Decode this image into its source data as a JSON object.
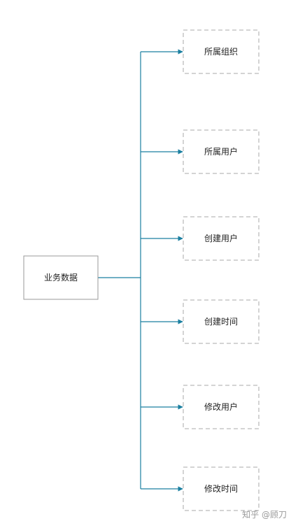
{
  "diagram": {
    "root": {
      "label": "业务数据"
    },
    "children": [
      {
        "label": "所属组织"
      },
      {
        "label": "所属用户"
      },
      {
        "label": "创建用户"
      },
      {
        "label": "创建时间"
      },
      {
        "label": "修改用户"
      },
      {
        "label": "修改时间"
      }
    ],
    "colors": {
      "connector": "#1a7fa0",
      "root_border": "#999999",
      "child_border": "#aaaaaa"
    }
  },
  "watermark": {
    "text": "知乎 @顾刀"
  }
}
